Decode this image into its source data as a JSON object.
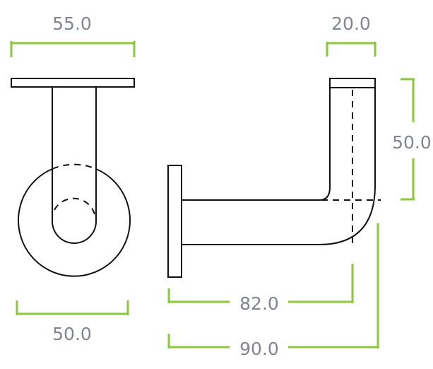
{
  "colors": {
    "dimension_line": "#8cc63f",
    "dimension_text": "#808590",
    "outline": "#111111",
    "background": "#ffffff"
  },
  "front_view": {
    "top_width": "55.0",
    "bottom_width": "50.0"
  },
  "side_view": {
    "tube_width": "20.0",
    "height": "50.0",
    "reach_to_center": "82.0",
    "total_reach": "90.0"
  }
}
